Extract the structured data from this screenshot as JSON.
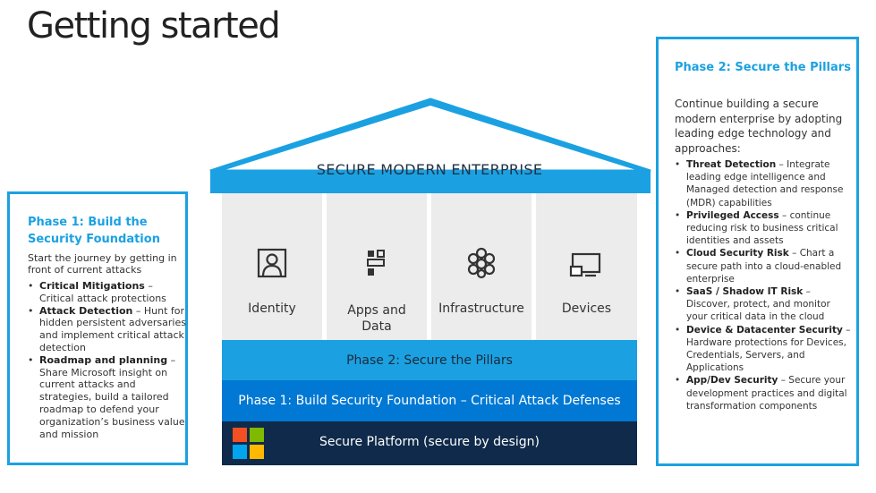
{
  "title": "Getting started",
  "roof_label": "SECURE MODERN ENTERPRISE",
  "pillars": [
    {
      "label": "Identity",
      "icon": "identity-icon"
    },
    {
      "label": "Apps and Data",
      "icon": "apps-data-icon"
    },
    {
      "label": "Infrastructure",
      "icon": "infrastructure-icon"
    },
    {
      "label": "Devices",
      "icon": "devices-icon"
    }
  ],
  "bands": {
    "phase2": "Phase 2: Secure the Pillars",
    "phase1": "Phase 1: Build Security Foundation – Critical Attack Defenses",
    "platform": "Secure Platform (secure by design)"
  },
  "phase1_box": {
    "heading": "Phase 1: Build the Security Foundation",
    "intro": "Start the journey by getting in front of current attacks",
    "items": [
      {
        "term": "Critical Mitigations",
        "text": " – Critical attack protections"
      },
      {
        "term": "Attack Detection",
        "text": " – Hunt for hidden persistent adversaries and implement critical attack detection"
      },
      {
        "term": "Roadmap and planning",
        "text": " – Share Microsoft insight on current attacks and strategies, build a tailored roadmap to defend your organization’s business value and mission"
      }
    ]
  },
  "phase2_box": {
    "heading": "Phase 2: Secure the Pillars",
    "intro": "Continue building a secure modern enterprise by adopting leading edge technology and approaches:",
    "items": [
      {
        "term": "Threat Detection",
        "text": " – Integrate leading edge intelligence and Managed detection and response (MDR) capabilities"
      },
      {
        "term": "Privileged Access",
        "text": " – continue reducing risk to business critical identities and assets"
      },
      {
        "term": "Cloud Security Risk",
        "text": " – Chart a secure path into a cloud-enabled enterprise"
      },
      {
        "term": "SaaS / Shadow IT Risk",
        "text": " – Discover, protect, and monitor your critical data in the cloud"
      },
      {
        "term": "Device & Datacenter Security",
        "text": " – Hardware protections for Devices, Credentials, Servers, and Applications"
      },
      {
        "term": "App/Dev Security",
        "text": " – Secure your development practices and digital transformation components"
      }
    ]
  },
  "colors": {
    "accent": "#1ba1e2",
    "phase1_band": "#0078d4",
    "platform_band": "#0f2a4a",
    "pillar": "#ececec",
    "ms_red": "#f25022",
    "ms_green": "#7fba00",
    "ms_blue": "#00a4ef",
    "ms_yellow": "#ffb900"
  }
}
